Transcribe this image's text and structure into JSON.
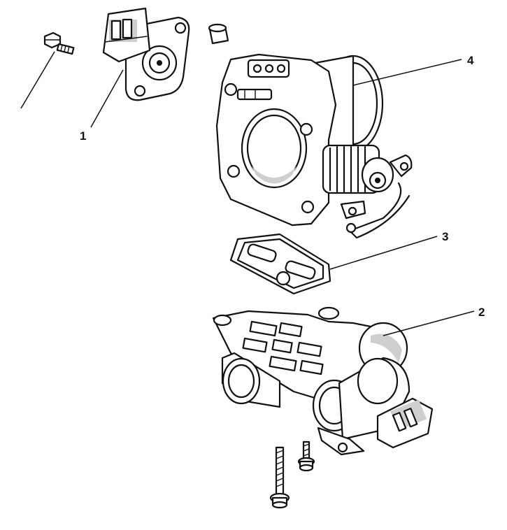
{
  "callouts": {
    "c1": "1",
    "c2": "2",
    "c3": "3",
    "c4": "4"
  },
  "parts": {
    "p1": "throttle-position-sensor",
    "p2": "idle-air-control-valve",
    "p3": "gasket",
    "p4": "throttle-body"
  }
}
